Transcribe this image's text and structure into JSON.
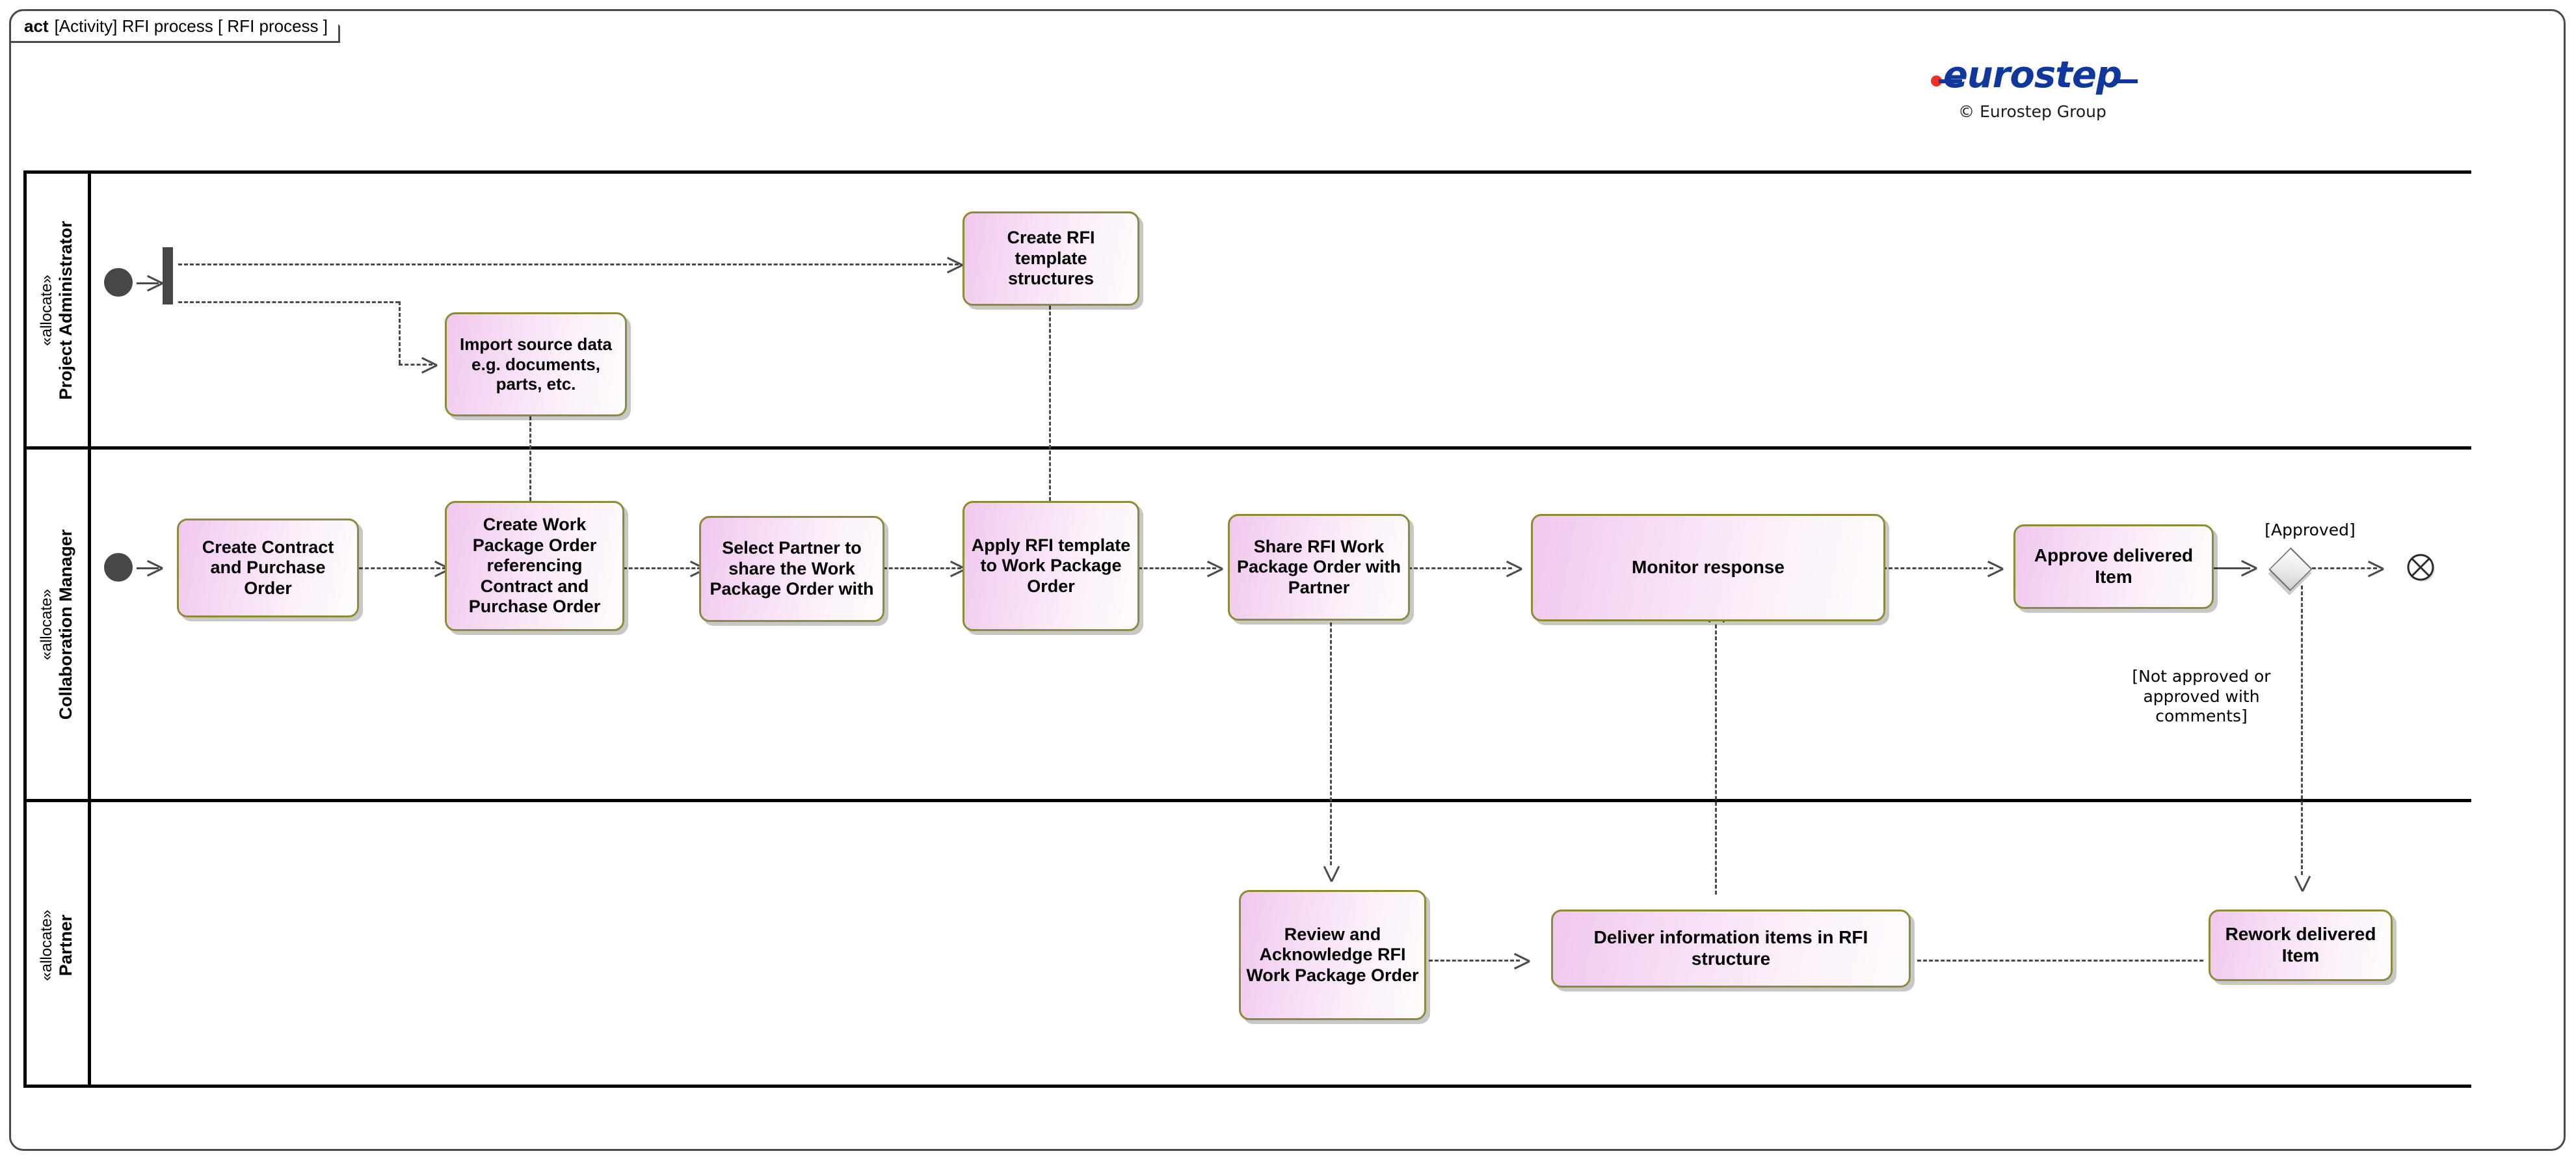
{
  "frame": {
    "keyword": "act",
    "title": "[Activity] RFI process [ RFI process ]"
  },
  "branding": {
    "logo_text": "eurostep",
    "logo_color": "#10389c",
    "logo_dot_color": "#ee3124",
    "copyright": "© Eurostep Group"
  },
  "lanes": [
    {
      "stereotype": "«allocate»",
      "name": "Project Administrator"
    },
    {
      "stereotype": "«allocate»",
      "name": "Collaboration Manager"
    },
    {
      "stereotype": "«allocate»",
      "name": "Partner"
    }
  ],
  "activities": [
    {
      "id": "import-source-data",
      "label": "Import source data e.g. documents, parts, etc."
    },
    {
      "id": "create-rfi-template",
      "label": "Create RFI template structures"
    },
    {
      "id": "create-contract-po",
      "label": "Create Contract and Purchase Order"
    },
    {
      "id": "create-work-package",
      "label": "Create Work Package Order referencing Contract and Purchase Order"
    },
    {
      "id": "select-partner",
      "label": "Select Partner to share the Work Package Order with"
    },
    {
      "id": "apply-rfi-template",
      "label": "Apply RFI template to Work Package Order"
    },
    {
      "id": "share-rfi-wpo",
      "label": "Share RFI Work Package Order with Partner"
    },
    {
      "id": "monitor-response",
      "label": "Monitor response"
    },
    {
      "id": "approve-delivered-item",
      "label": "Approve delivered Item"
    },
    {
      "id": "review-acknowledge",
      "label": "Review and Acknowledge RFI Work Package Order"
    },
    {
      "id": "deliver-information",
      "label": "Deliver information items in RFI structure"
    },
    {
      "id": "rework-delivered-item",
      "label": "Rework delivered Item"
    }
  ],
  "guards": {
    "approved": "[Approved]",
    "not_approved": "[Not approved or approved with comments]"
  },
  "colors": {
    "node_border": "#8d8b38",
    "node_fill_start": "#f0c8ee",
    "node_fill_end": "#fefcfe",
    "edge": "#4a4a4a",
    "lane_border": "#000000",
    "frame_border": "#4a4a4a"
  }
}
